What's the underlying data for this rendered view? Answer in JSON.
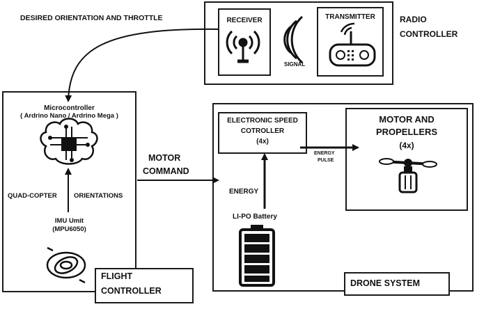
{
  "radio": {
    "title_line1": "RADIO",
    "title_line2": "CONTROLLER",
    "receiver_label": "RECEIVER",
    "transmitter_label": "TRANSMITTER",
    "signal_label": "SIGNAL"
  },
  "links": {
    "desired": "DESIRED ORIENTATION AND THROTTLE",
    "motor_command_line1": "MOTOR",
    "motor_command_line2": "COMMAND",
    "energy": "ENERGY",
    "energy_pulse_line1": "ENERGY",
    "energy_pulse_line2": "PULSE"
  },
  "flight": {
    "mcu_line1": "Microcontroller",
    "mcu_line2": "( Ardrino Nano / Ardrino Mega )",
    "quad": "QUAD-COPTER",
    "orient": "ORIENTATIONS",
    "imu_line1": "IMU Umit",
    "imu_line2": "(MPU6050)",
    "title_line1": "FLIGHT",
    "title_line2": "CONTROLLER"
  },
  "drone": {
    "esc_line1": "ELECTRONIC SPEED",
    "esc_line2": "COTROLLER",
    "esc_line3": "(4x)",
    "motor_line1": "MOTOR AND",
    "motor_line2": "PROPELLERS",
    "motor_line3": "(4x)",
    "battery": "LI-PO Battery",
    "title": "DRONE SYSTEM"
  },
  "colors": {
    "line": "#1a1a1a",
    "fill": "#000000"
  }
}
